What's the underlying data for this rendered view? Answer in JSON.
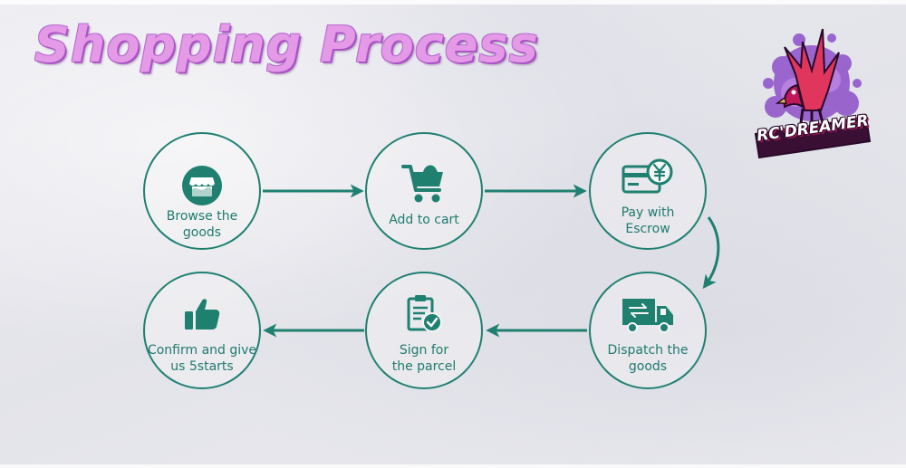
{
  "title": "Shopping Process",
  "brand": {
    "logo_text": "RC'DREAMER"
  },
  "colors": {
    "accent": "#1f8070",
    "title_fill": "#e59ae8",
    "title_outline": "#a955c4"
  },
  "steps": [
    {
      "label": "Browse the goods",
      "line1": "Browse the",
      "line2": "goods",
      "icon": "storefront-icon"
    },
    {
      "label": "Add to cart",
      "line1": "Add to cart",
      "line2": "",
      "icon": "shopping-cart-icon"
    },
    {
      "label": "Pay with Escrow",
      "line1": "Pay with",
      "line2": "Escrow",
      "icon": "payment-card-icon"
    },
    {
      "label": "Dispatch the goods",
      "line1": "Dispatch the",
      "line2": "goods",
      "icon": "delivery-truck-icon"
    },
    {
      "label": "Sign for the parcel",
      "line1": "Sign for",
      "line2": "the parcel",
      "icon": "clipboard-check-icon"
    },
    {
      "label": "Confirm and give us 5starts",
      "line1": "Confirm and give",
      "line2": "us 5starts",
      "icon": "thumbs-up-icon"
    }
  ]
}
